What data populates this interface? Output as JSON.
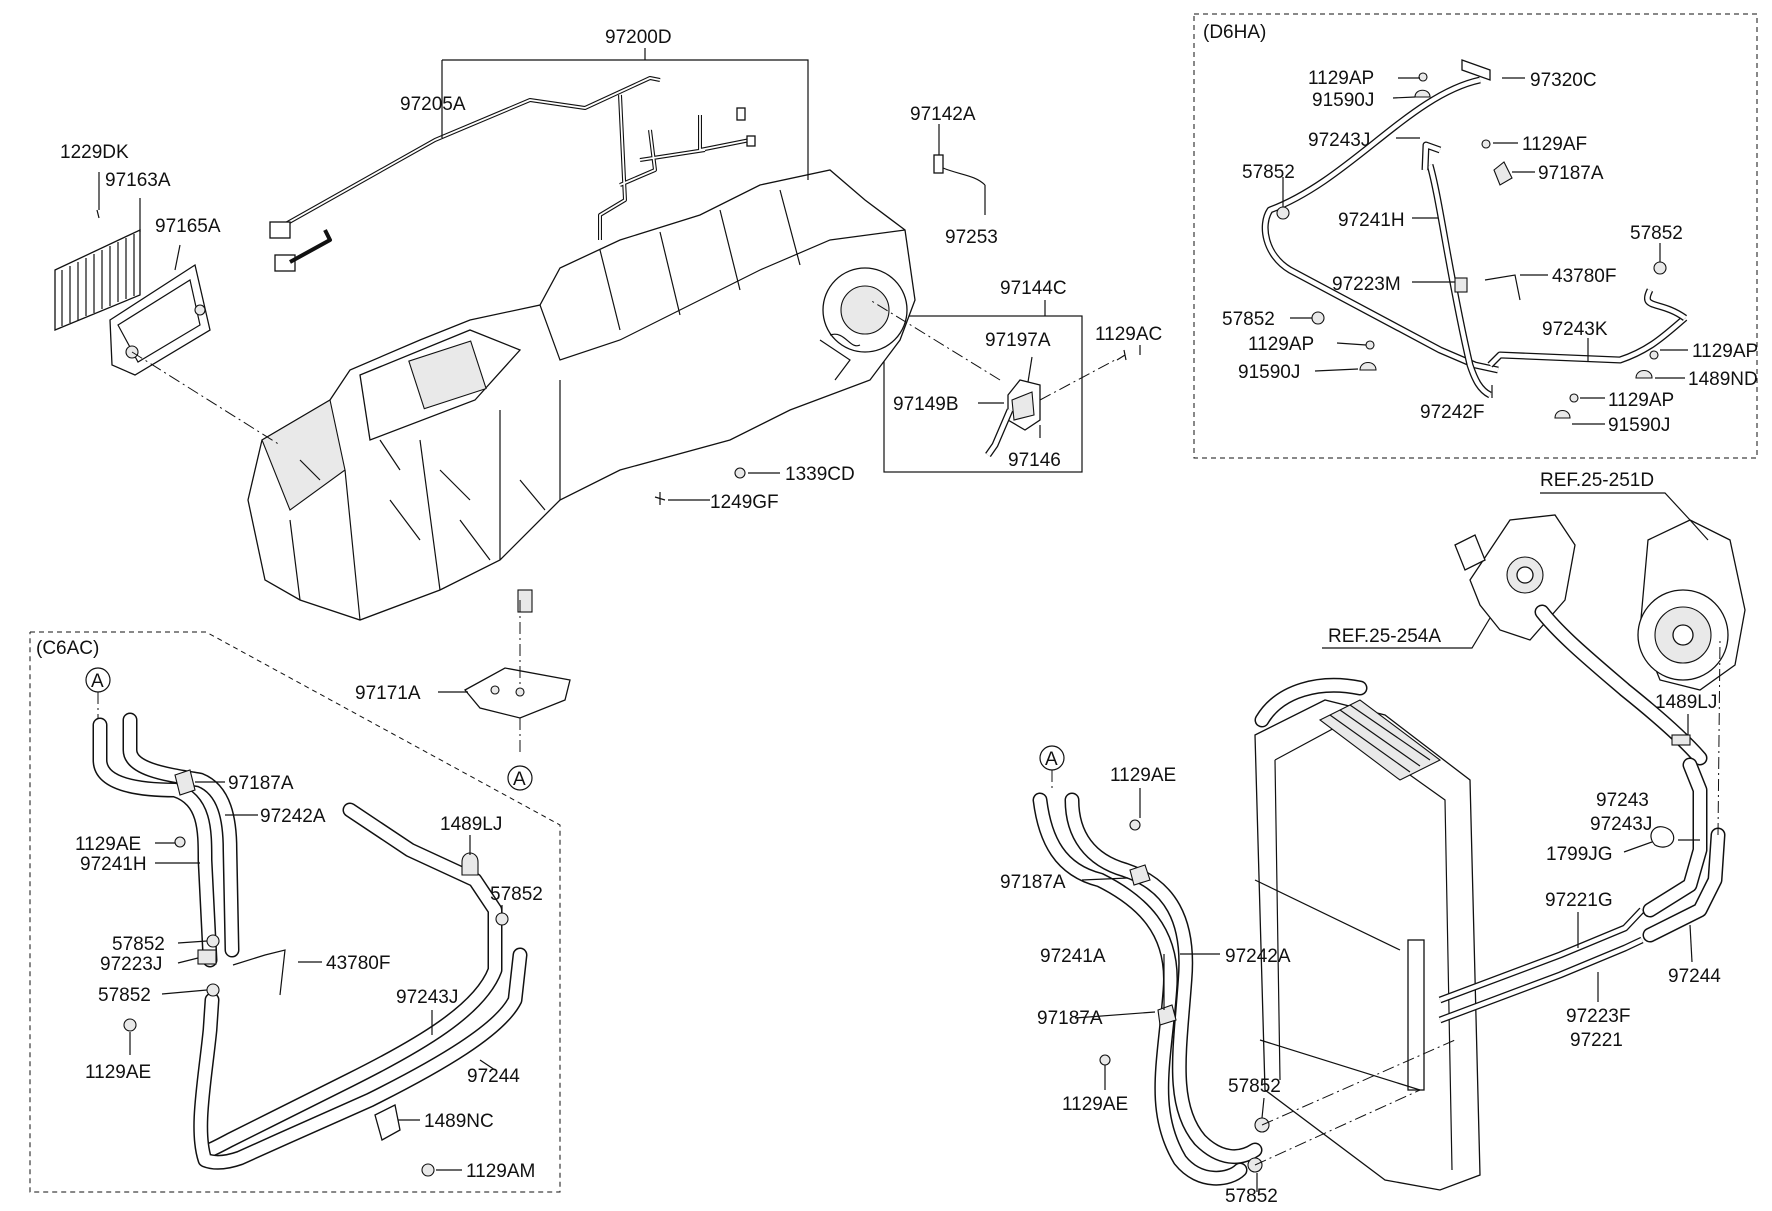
{
  "sections": {
    "d6ha": "(D6HA)",
    "c6ac": "(C6AC)"
  },
  "refs": {
    "a_marker": "A"
  },
  "labels": {
    "p97200D": "97200D",
    "p97205A": "97205A",
    "p1229DK": "1229DK",
    "p97163A": "97163A",
    "p97165A": "97165A",
    "p97142A": "97142A",
    "p97253": "97253",
    "p97144C": "97144C",
    "p97197A": "97197A",
    "p1129AC": "1129AC",
    "p97149B": "97149B",
    "p97146": "97146",
    "p1339CD": "1339CD",
    "p1249GF": "1249GF",
    "p97171A": "97171A",
    "d6_1129AP_1": "1129AP",
    "d6_97320C": "97320C",
    "d6_91590J_1": "91590J",
    "d6_97243J": "97243J",
    "d6_1129AF": "1129AF",
    "d6_57852_1": "57852",
    "d6_97187A": "97187A",
    "d6_97241H": "97241H",
    "d6_57852_2": "57852",
    "d6_97223M": "97223M",
    "d6_43780F": "43780F",
    "d6_57852_3": "57852",
    "d6_97243K": "97243K",
    "d6_1129AP_2": "1129AP",
    "d6_1129AP_3": "1129AP",
    "d6_1489ND": "1489ND",
    "d6_91590J_2": "91590J",
    "d6_97242F": "97242F",
    "d6_1129AP_4": "1129AP",
    "d6_91590J_3": "91590J",
    "ref_251D": "REF.25-251D",
    "ref_254A": "REF.25-254A",
    "r_1489LJ": "1489LJ",
    "r_1129AE_1": "1129AE",
    "r_97243": "97243",
    "r_97243J": "97243J",
    "r_1799JG": "1799JG",
    "r_97187A_1": "97187A",
    "r_97221G": "97221G",
    "r_97241A": "97241A",
    "r_97242A": "97242A",
    "r_97244": "97244",
    "r_97223F": "97223F",
    "r_97221": "97221",
    "r_97187A_2": "97187A",
    "r_57852_1": "57852",
    "r_1129AE_2": "1129AE",
    "r_57852_2": "57852",
    "c_97187A": "97187A",
    "c_97242A": "97242A",
    "c_1129AE_1": "1129AE",
    "c_97241H": "97241H",
    "c_1489LJ": "1489LJ",
    "c_57852_1": "57852",
    "c_57852_2": "57852",
    "c_97223J": "97223J",
    "c_43780F": "43780F",
    "c_57852_3": "57852",
    "c_97243J": "97243J",
    "c_1129AE_2": "1129AE",
    "c_97244": "97244",
    "c_1489NC": "1489NC",
    "c_1129AM": "1129AM"
  }
}
